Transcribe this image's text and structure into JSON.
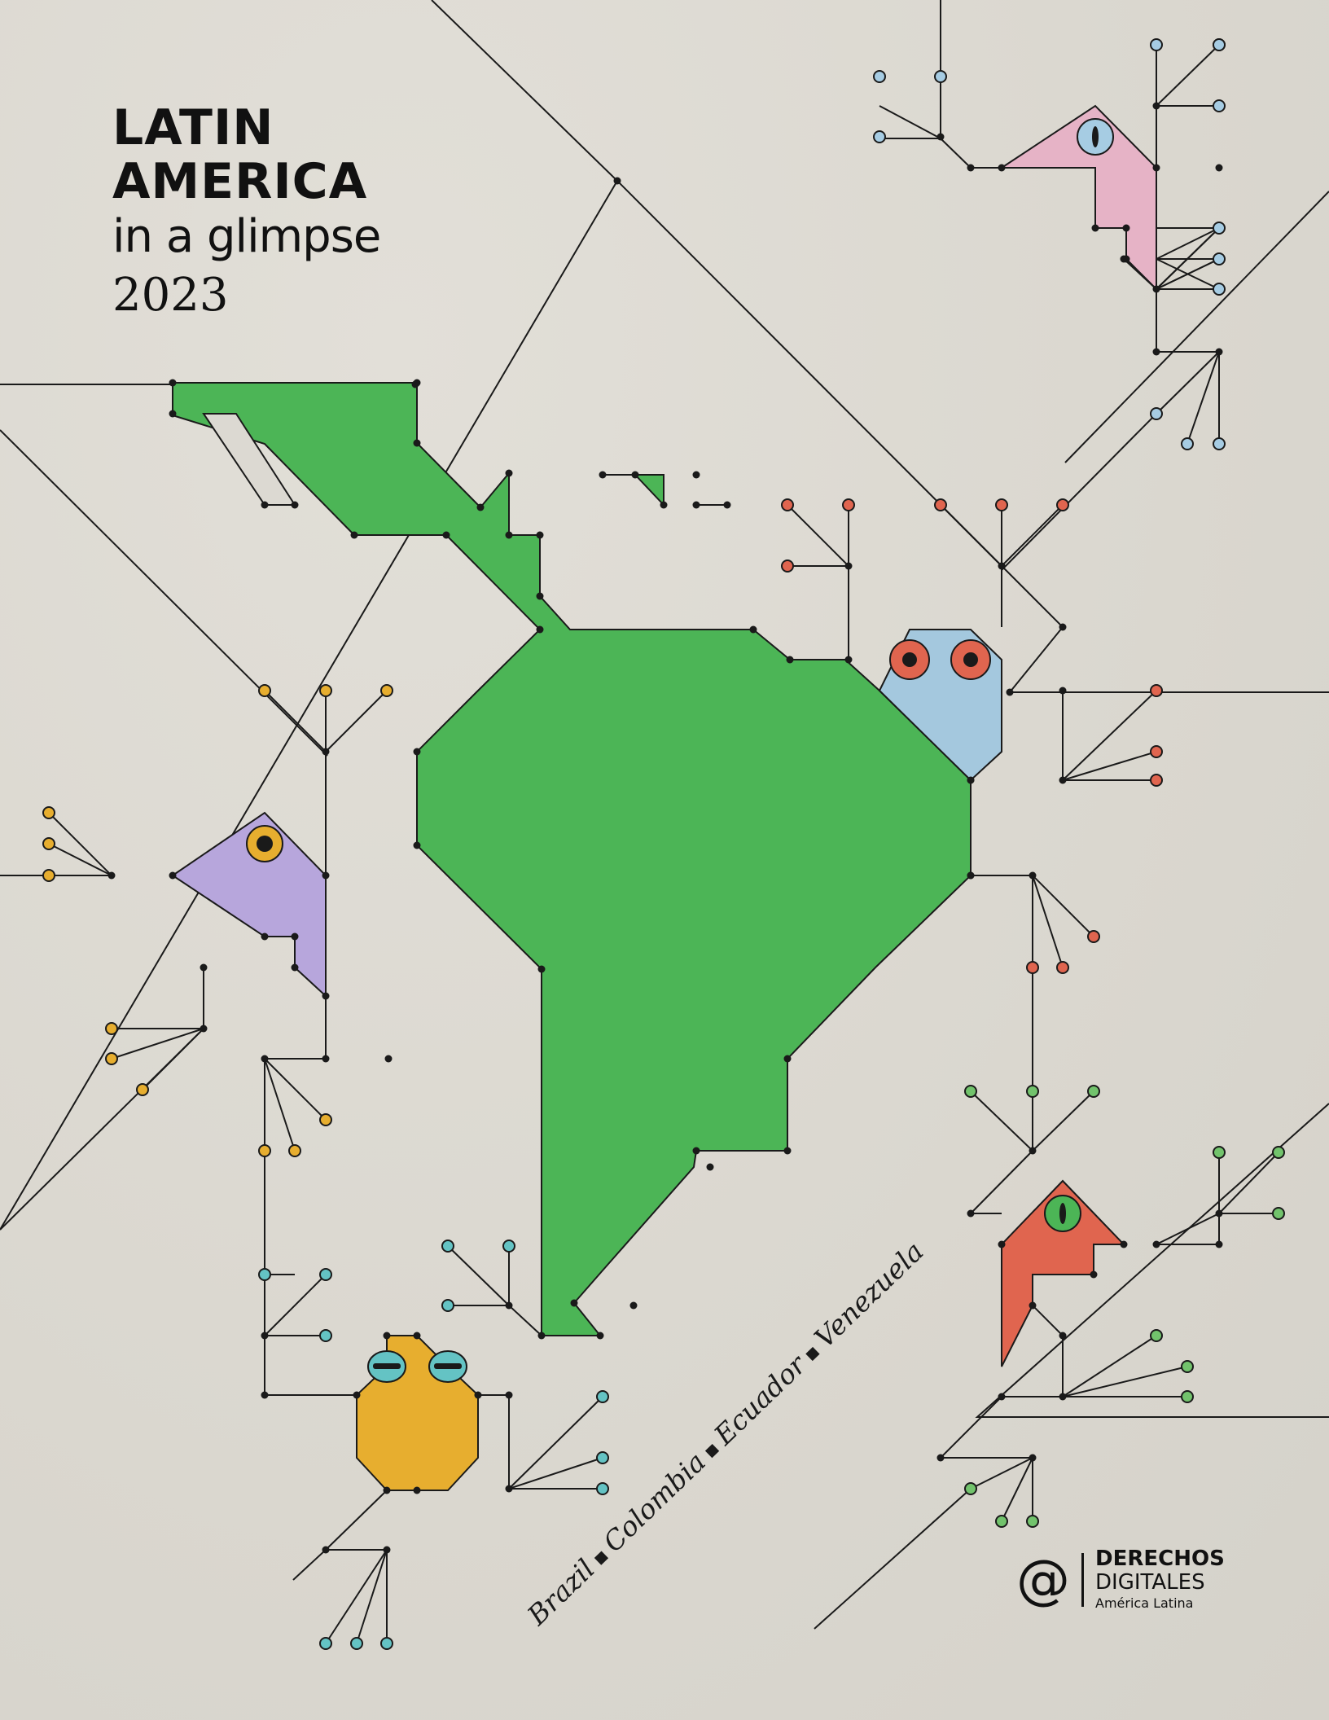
{
  "cover": {
    "title_line1": "LATIN",
    "title_line2": "AMERICA",
    "title_line3": "in a glimpse",
    "year": "2023",
    "countries": [
      "Brazil",
      "Colombia",
      "Ecuador",
      "Venezuela"
    ],
    "separator": "■"
  },
  "logo": {
    "mark": "@",
    "line1": "DERECHOS",
    "line2": "DIGITALES",
    "line3": "América Latina"
  },
  "colors": {
    "background": "#dcd9d2",
    "map": "#4cb556",
    "line": "#1a1a1a",
    "frog_pink": "#e6b3c6",
    "frog_blue_body": "#a4c8de",
    "frog_purple": "#b7a6dc",
    "frog_yellow": "#e7ae2f",
    "frog_red": "#e0654f",
    "dot_lightblue": "#a6cce3",
    "dot_red": "#e0654f",
    "dot_yellow": "#e7ae2f",
    "dot_teal": "#64c3c4",
    "dot_green": "#72c36c",
    "eye_blue": "#a6cce3",
    "eye_red": "#e0654f",
    "eye_yellow": "#e7ae2f",
    "eye_teal": "#64c3c4",
    "eye_green": "#4cb556"
  },
  "icons": [
    "south-america-map-icon",
    "frog-pink-icon",
    "frog-blue-icon",
    "frog-purple-icon",
    "frog-yellow-icon",
    "frog-red-icon",
    "at-sign-logo-icon"
  ]
}
